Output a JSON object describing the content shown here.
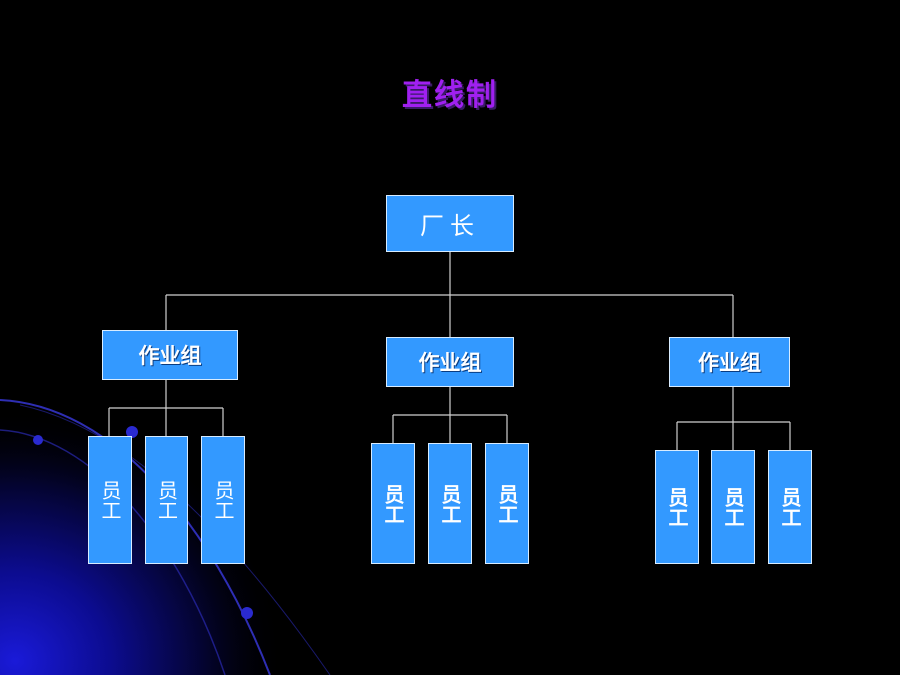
{
  "title": "直线制",
  "root": {
    "label": "厂长"
  },
  "groups": [
    {
      "label": "作业组",
      "workers": [
        "员工",
        "员工",
        "员工"
      ]
    },
    {
      "label": "作业组",
      "workers": [
        "员工",
        "员工",
        "员工"
      ]
    },
    {
      "label": "作业组",
      "workers": [
        "员工",
        "员工",
        "员工"
      ]
    }
  ],
  "colors": {
    "background": "#000000",
    "title": "#a020f0",
    "box_fill": "#3399ff",
    "box_border": "#d8ecff",
    "connector": "#d0d0d0",
    "accent_glow": "#1010c0"
  }
}
